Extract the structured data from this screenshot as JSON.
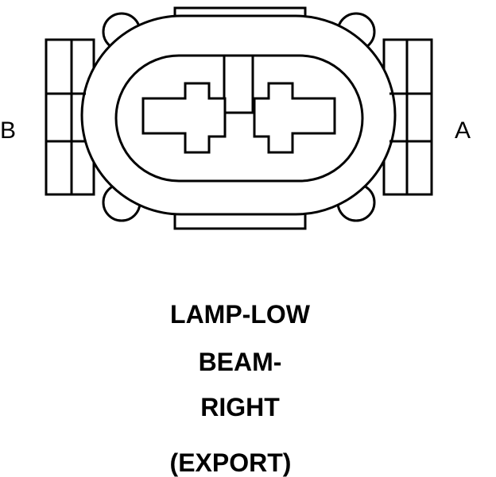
{
  "diagram": {
    "pin_labels": {
      "left": "B",
      "right": "A"
    },
    "caption_lines": [
      "LAMP-LOW",
      "BEAM-",
      "RIGHT",
      "(EXPORT)"
    ],
    "stroke_color": "#000000",
    "fill_color": "#ffffff"
  }
}
